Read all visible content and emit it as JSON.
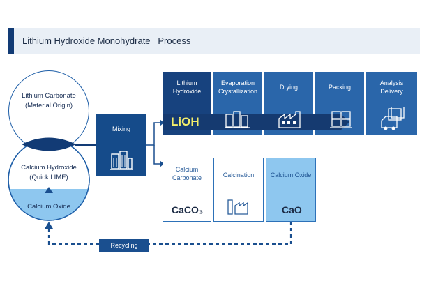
{
  "header": {
    "title": "Lithium Hydroxide Monohydrate   Process"
  },
  "inputs": {
    "top": [
      "Lithium Carbonate",
      "(Material Origin)"
    ],
    "bottom": [
      "Calcium Hydroxide",
      "(Quick LIME)"
    ],
    "oxide": "Calcium Oxide"
  },
  "mixing": {
    "label": "Mixing"
  },
  "upper_flow": {
    "steps": [
      {
        "label": [
          "Lithium",
          "Hydroxide"
        ]
      },
      {
        "label": [
          "Evaporation",
          "Crystallization"
        ]
      },
      {
        "label": [
          "Drying"
        ]
      },
      {
        "label": [
          "Packing"
        ]
      },
      {
        "label": [
          "Analysis",
          "Delivery"
        ]
      }
    ],
    "product": "LiOH"
  },
  "lower_flow": {
    "steps": [
      {
        "label": [
          "Calcium",
          "Carbonate"
        ],
        "formula": "CaCO₃"
      },
      {
        "label": [
          "Calcination"
        ],
        "formula": ""
      },
      {
        "label": [
          "Calcium Oxide"
        ],
        "formula": "CaO"
      }
    ]
  },
  "recycling": {
    "label": "Recycling"
  },
  "colors": {
    "navy": "#123b75",
    "mid": "#1a4f8f",
    "light": "#8ec7ef",
    "accent": "#f4ee6a"
  }
}
